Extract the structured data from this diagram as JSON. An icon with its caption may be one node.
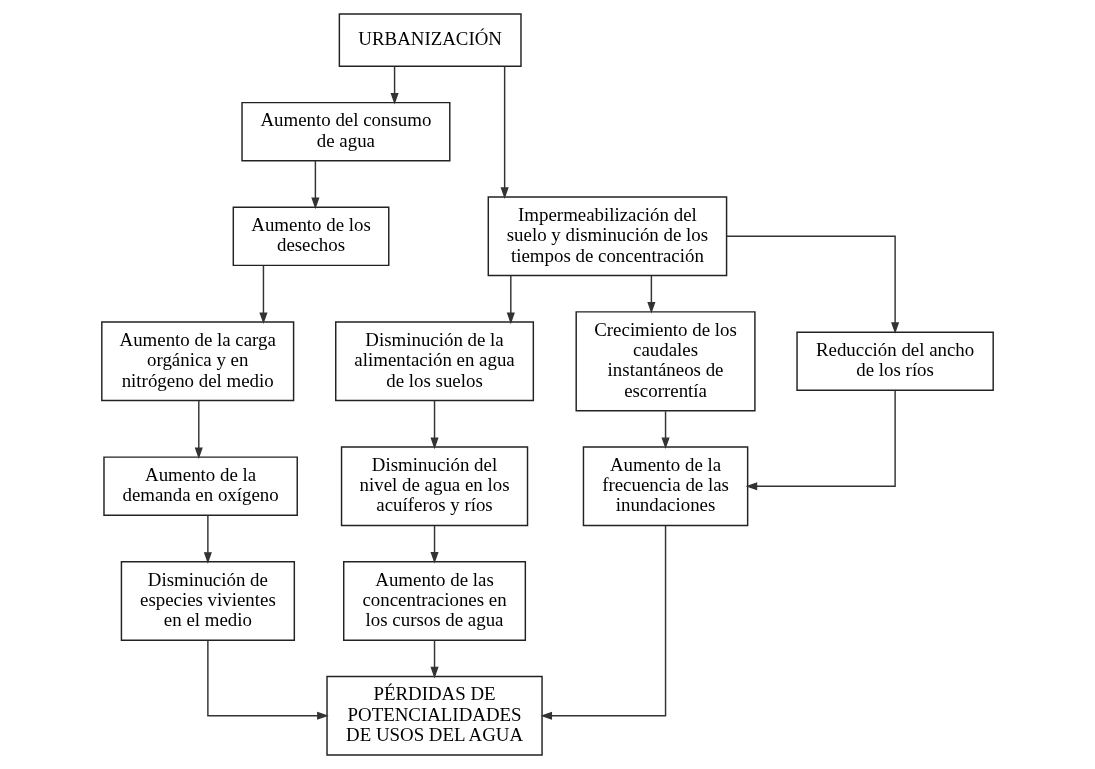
{
  "diagram": {
    "nodes": [
      {
        "text": [
          "URBANIZACIÓN"
        ]
      },
      {
        "text": [
          "Aumento del consumo de agua"
        ]
      },
      {
        "text": [
          "Aumento de los desechos"
        ]
      },
      {
        "text": [
          "Aumento de la carga orgánica y en nitrógeno del medio"
        ]
      },
      {
        "text": [
          "Aumento de la demanda en oxígeno"
        ]
      },
      {
        "text": [
          "Disminución de especies vivientes en el medio"
        ]
      },
      {
        "text": [
          "Impermeabilización del suelo y disminución de los tiempos de concentración"
        ]
      },
      {
        "text": [
          "Disminución de la alimentación en agua de los suelos"
        ]
      },
      {
        "text": [
          "Disminución del nivel de agua en los acuíferos y ríos"
        ]
      },
      {
        "text": [
          "Aumento de las concentraciones en los cursos de agua"
        ]
      },
      {
        "text": [
          "Crecimiento de los caudales instantáneos de escorrentía"
        ]
      },
      {
        "text": [
          "Reducción del ancho de los ríos"
        ]
      },
      {
        "text": [
          "Aumento de la frecuencia de las inundaciones"
        ]
      },
      {
        "text": [
          "PÉRDIDAS DE POTENCIALIDADES DE USOS DEL AGUA"
        ]
      }
    ],
    "edges": [
      {
        "from": 0,
        "to": 1,
        "arrow": "to"
      },
      {
        "from": 0,
        "to": 6,
        "arrow": "to"
      },
      {
        "from": 1,
        "to": 2,
        "arrow": "to"
      },
      {
        "from": 2,
        "to": 3,
        "arrow": "to"
      },
      {
        "from": 3,
        "to": 4,
        "arrow": "to"
      },
      {
        "from": 4,
        "to": 5,
        "arrow": "to"
      },
      {
        "from": 5,
        "to": 13,
        "arrow": "to"
      },
      {
        "from": 6,
        "to": 7,
        "arrow": "to"
      },
      {
        "from": 7,
        "to": 8,
        "arrow": "to"
      },
      {
        "from": 8,
        "to": 9,
        "arrow": "to"
      },
      {
        "from": 9,
        "to": 13,
        "arrow": "to"
      },
      {
        "from": 6,
        "to": 10,
        "arrow": "to"
      },
      {
        "from": 6,
        "to": 11,
        "arrow": "to"
      },
      {
        "from": 10,
        "to": 12,
        "arrow": "to"
      },
      {
        "from": 11,
        "to": 12,
        "arrow": "to"
      },
      {
        "from": 12,
        "to": 13,
        "arrow": "to"
      }
    ]
  }
}
